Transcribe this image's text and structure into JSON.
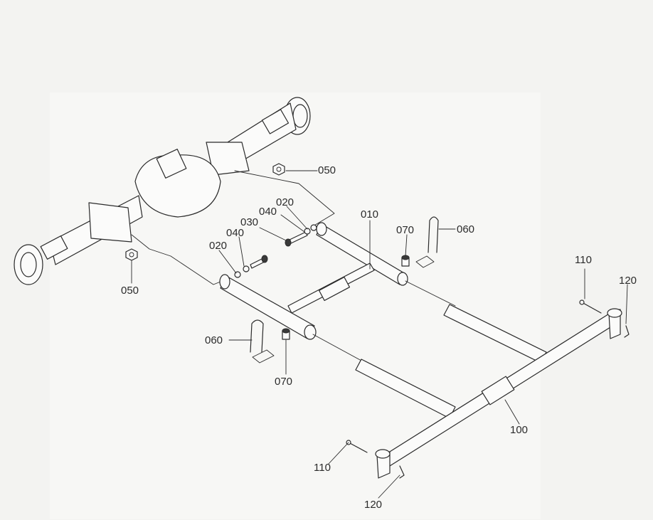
{
  "parts": {
    "p010": "010",
    "p020_a": "020",
    "p020_b": "020",
    "p030": "030",
    "p040_a": "040",
    "p040_b": "040",
    "p050_a": "050",
    "p050_b": "050",
    "p060_a": "060",
    "p060_b": "060",
    "p070_a": "070",
    "p070_b": "070",
    "p100": "100",
    "p110_a": "110",
    "p110_b": "110",
    "p120_a": "120",
    "p120_b": "120"
  }
}
